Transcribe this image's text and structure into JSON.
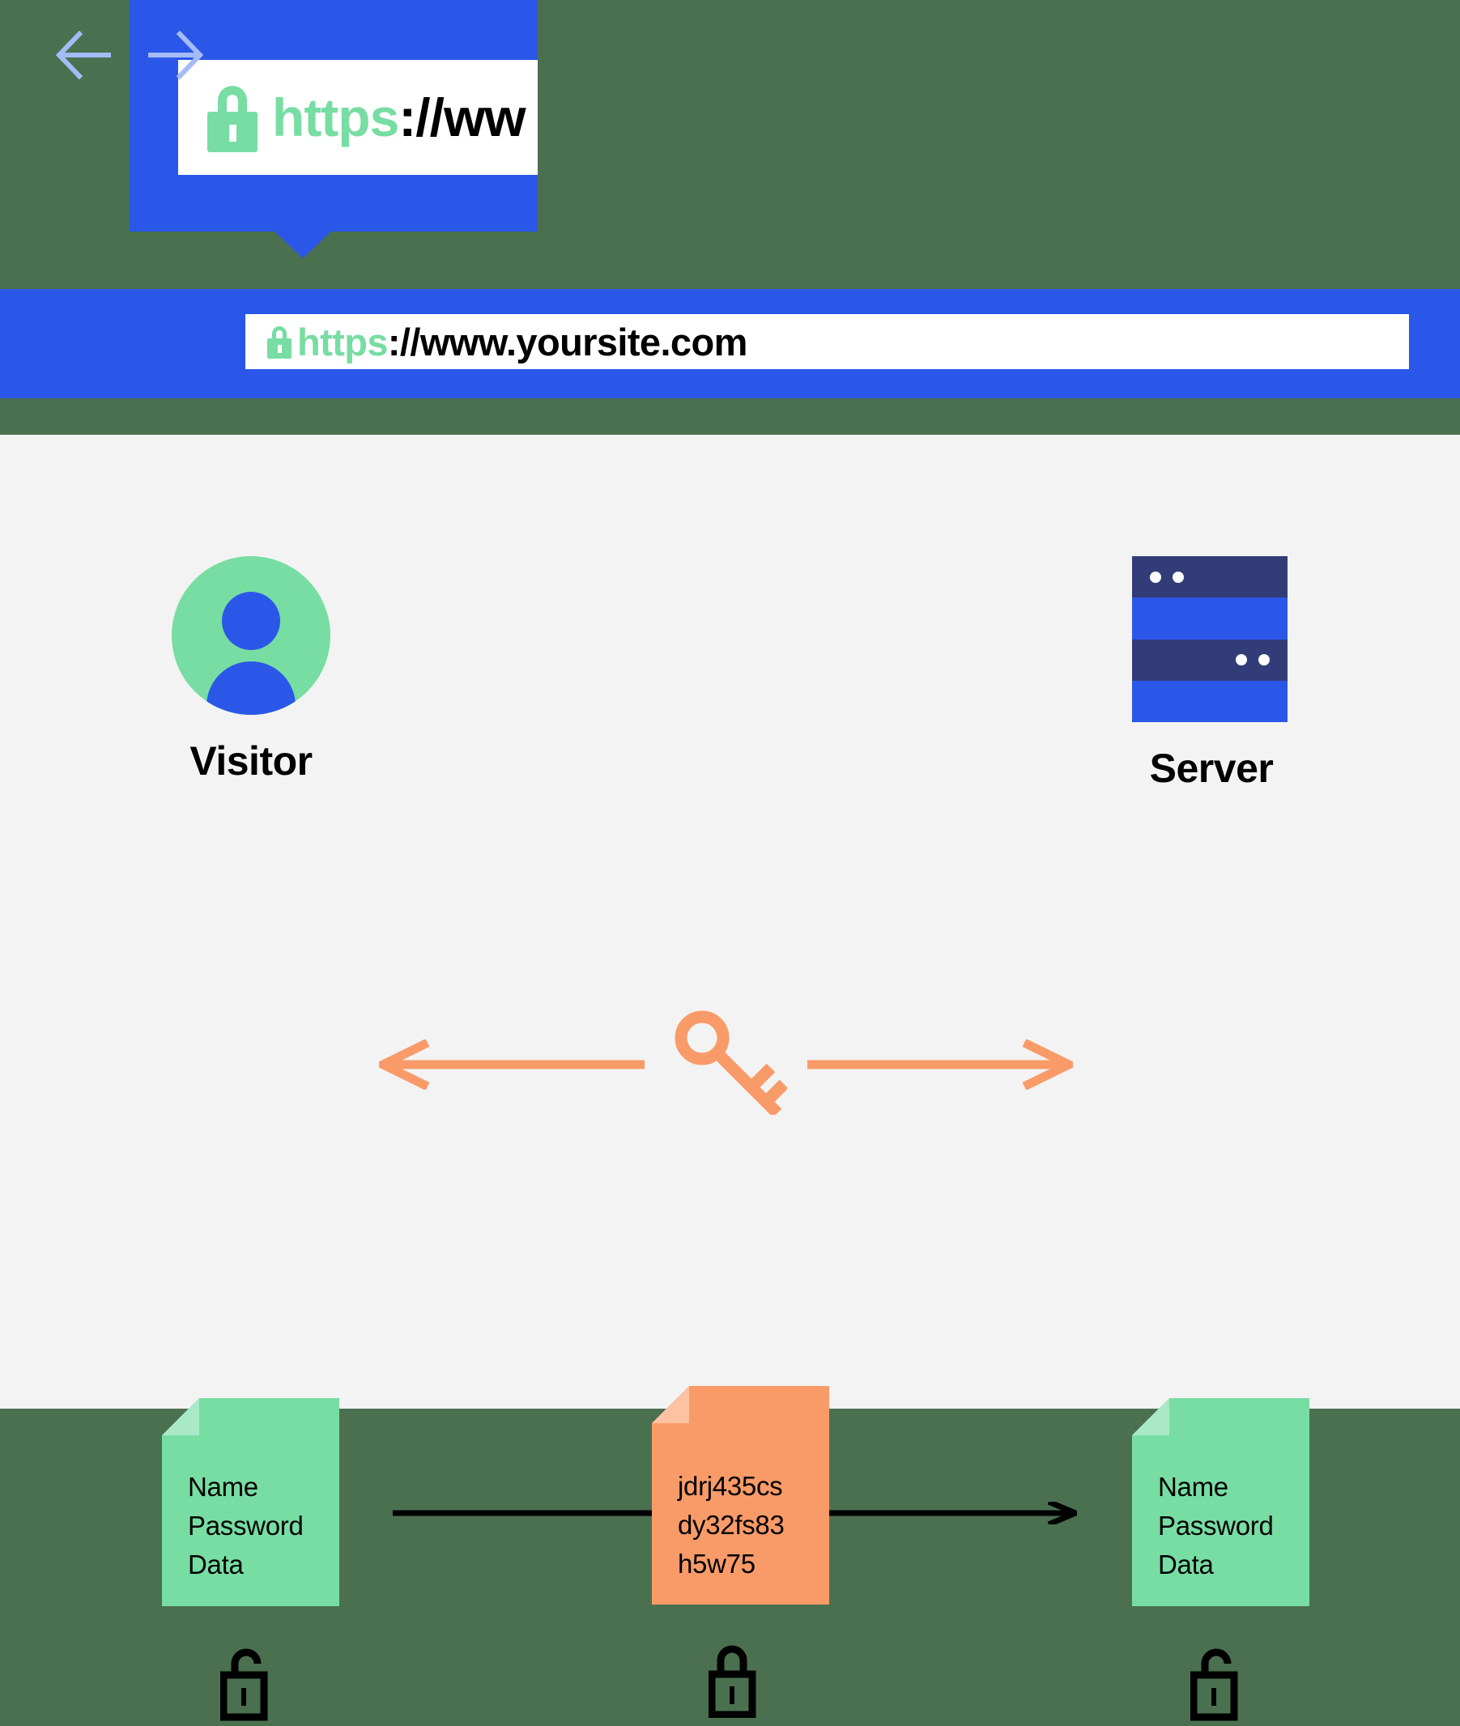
{
  "colors": {
    "page_background": "#4a7050",
    "browser_blue": "#2b57e8",
    "content_background": "#f3f3f3",
    "green": "#77dda3",
    "orange": "#f99b68",
    "navy": "#323c78",
    "black": "#000000",
    "white": "#ffffff",
    "nav_arrow": "#a5bbf5"
  },
  "callout": {
    "icon": "green-padlock-icon",
    "url_scheme": "https",
    "url_rest": "://ww",
    "full_url": "https://www.yoursite.com"
  },
  "browser": {
    "back_icon": "arrow-left-icon",
    "forward_icon": "arrow-right-icon",
    "address_bar": {
      "lock_icon": "green-padlock-icon",
      "url_scheme": "https",
      "url_rest": "://www.yoursite.com",
      "value": "https://www.yoursite.com"
    }
  },
  "diagram": {
    "handshake": {
      "left_node": {
        "label": "Visitor",
        "icon": "user-avatar-icon"
      },
      "right_node": {
        "label": "Server",
        "icon": "server-rack-icon"
      },
      "center_icon": "key-icon",
      "arrow_left_icon": "arrow-left-icon",
      "arrow_right_icon": "arrow-right-icon"
    },
    "dataflow": {
      "source_document": {
        "icon": "document-icon",
        "color": "#77dda3",
        "lines": [
          "Name",
          "Password",
          "Data"
        ],
        "text": "Name\nPassword\nData",
        "lock_state": "unlocked",
        "lock_icon": "unlocked-padlock-icon"
      },
      "encrypted_document": {
        "icon": "document-icon",
        "color": "#f99b68",
        "lines": [
          "jdrj435cs",
          "dy32fs83",
          "h5w75"
        ],
        "text": "jdrj435cs\ndy32fs83\nh5w75",
        "lock_state": "locked",
        "lock_icon": "locked-padlock-icon"
      },
      "destination_document": {
        "icon": "document-icon",
        "color": "#77dda3",
        "lines": [
          "Name",
          "Password",
          "Data"
        ],
        "text": "Name\nPassword\nData",
        "lock_state": "unlocked",
        "lock_icon": "unlocked-padlock-icon"
      },
      "transfer_arrow_icon": "arrow-right-icon"
    }
  }
}
